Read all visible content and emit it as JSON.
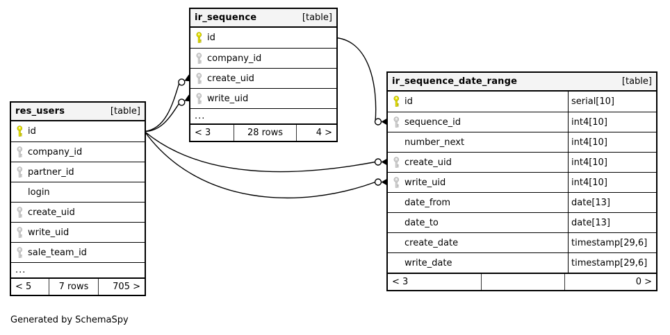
{
  "diagram": {
    "generator_note": "Generated by SchemaSpy"
  },
  "colors": {
    "primary_key_icon": "#e8e400",
    "primary_key_icon_edge": "#a8a400",
    "foreign_key_icon": "#d2d2d2",
    "foreign_key_icon_edge": "#b0b0b0",
    "header_bg": "#f4f4f4",
    "border": "#000000"
  },
  "tables": [
    {
      "id": "res_users",
      "name": "res_users",
      "badge": "[table]",
      "columns": [
        {
          "name": "id",
          "key": "pk"
        },
        {
          "name": "company_id",
          "key": "fk"
        },
        {
          "name": "partner_id",
          "key": "fk"
        },
        {
          "name": "login",
          "key": "none"
        },
        {
          "name": "create_uid",
          "key": "fk"
        },
        {
          "name": "write_uid",
          "key": "fk"
        },
        {
          "name": "sale_team_id",
          "key": "fk"
        }
      ],
      "truncated": "...",
      "footer": {
        "prev": "< 5",
        "rows": "7 rows",
        "next": "705 >"
      }
    },
    {
      "id": "ir_sequence",
      "name": "ir_sequence",
      "badge": "[table]",
      "columns": [
        {
          "name": "id",
          "key": "pk"
        },
        {
          "name": "company_id",
          "key": "fk"
        },
        {
          "name": "create_uid",
          "key": "fk"
        },
        {
          "name": "write_uid",
          "key": "fk"
        }
      ],
      "truncated": "...",
      "footer": {
        "prev": "< 3",
        "rows": "28 rows",
        "next": "4 >"
      }
    },
    {
      "id": "ir_sequence_date_range",
      "name": "ir_sequence_date_range",
      "badge": "[table]",
      "columns": [
        {
          "name": "id",
          "key": "pk",
          "type": "serial[10]"
        },
        {
          "name": "sequence_id",
          "key": "fk",
          "type": "int4[10]"
        },
        {
          "name": "number_next",
          "key": "none",
          "type": "int4[10]"
        },
        {
          "name": "create_uid",
          "key": "fk",
          "type": "int4[10]"
        },
        {
          "name": "write_uid",
          "key": "fk",
          "type": "int4[10]"
        },
        {
          "name": "date_from",
          "key": "none",
          "type": "date[13]"
        },
        {
          "name": "date_to",
          "key": "none",
          "type": "date[13]"
        },
        {
          "name": "create_date",
          "key": "none",
          "type": "timestamp[29,6]"
        },
        {
          "name": "write_date",
          "key": "none",
          "type": "timestamp[29,6]"
        }
      ],
      "truncated": null,
      "footer": {
        "prev": "< 3",
        "rows": "",
        "next": "0 >"
      }
    }
  ],
  "relationships": [
    {
      "from": "res_users.id",
      "to": "ir_sequence.create_uid"
    },
    {
      "from": "res_users.id",
      "to": "ir_sequence.write_uid"
    },
    {
      "from": "res_users.id",
      "to": "ir_sequence_date_range.create_uid"
    },
    {
      "from": "res_users.id",
      "to": "ir_sequence_date_range.write_uid"
    },
    {
      "from": "ir_sequence.id",
      "to": "ir_sequence_date_range.sequence_id"
    }
  ]
}
